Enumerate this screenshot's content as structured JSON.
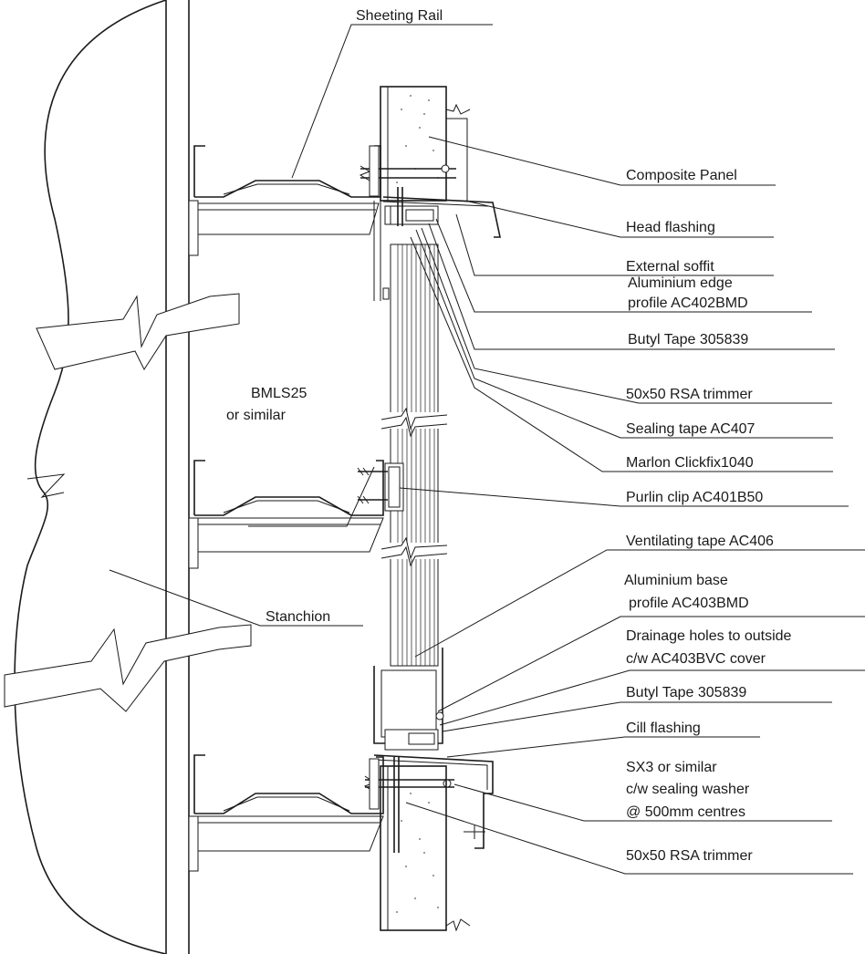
{
  "diagram": {
    "labels": {
      "sheeting_rail": "Sheeting Rail",
      "composite_panel": "Composite Panel",
      "head_flashing": "Head flashing",
      "external_soffit": "External soffit",
      "aluminium_edge_1": "Aluminium edge",
      "aluminium_edge_2": "profile AC402BMD",
      "butyl_tape_top": "Butyl Tape 305839",
      "rsa_trimmer_top": "50x50 RSA trimmer",
      "sealing_tape": "Sealing tape AC407",
      "marlon": "Marlon Clickfix1040",
      "bmls_1": "BMLS25",
      "bmls_2": "or similar",
      "purlin_clip": "Purlin clip AC401B50",
      "ventilating_tape": "Ventilating tape AC406",
      "aluminium_base_1": "Aluminium base",
      "aluminium_base_2": "profile AC403BMD",
      "drainage_1": "Drainage holes to outside",
      "drainage_2": "c/w AC403BVC cover",
      "butyl_tape_bottom": "Butyl Tape 305839",
      "cill_flashing": "Cill flashing",
      "sx3_1": "SX3 or similar",
      "sx3_2": "c/w sealing washer",
      "sx3_3": "@ 500mm centres",
      "rsa_trimmer_bottom": "50x50 RSA trimmer",
      "stanchion": "Stanchion"
    }
  }
}
